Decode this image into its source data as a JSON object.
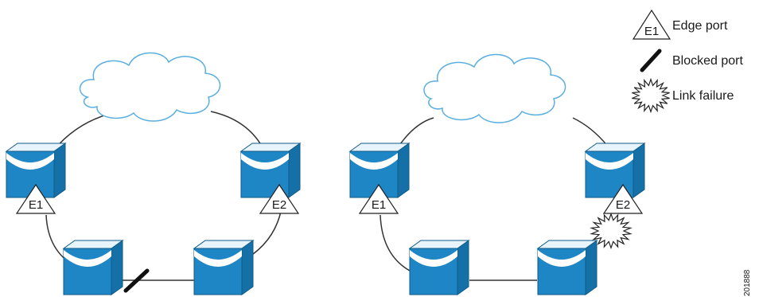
{
  "legend": {
    "edge_port": {
      "symbol_text": "E1",
      "label": "Edge port"
    },
    "blocked_port": {
      "label": "Blocked port"
    },
    "link_failure": {
      "label": "Link failure"
    }
  },
  "left_ring": {
    "edge_ports": [
      "E1",
      "E2"
    ]
  },
  "right_ring": {
    "edge_ports": [
      "E1",
      "E2"
    ]
  },
  "figure_id": "201888",
  "colors": {
    "switch_front": "#1f86c6",
    "switch_side": "#1670a8",
    "switch_top": "#ffffff",
    "cloud_fill": "#ffffff",
    "cloud_stroke": "#5aaee0",
    "line": "#333333",
    "text": "#1a1a1a"
  }
}
